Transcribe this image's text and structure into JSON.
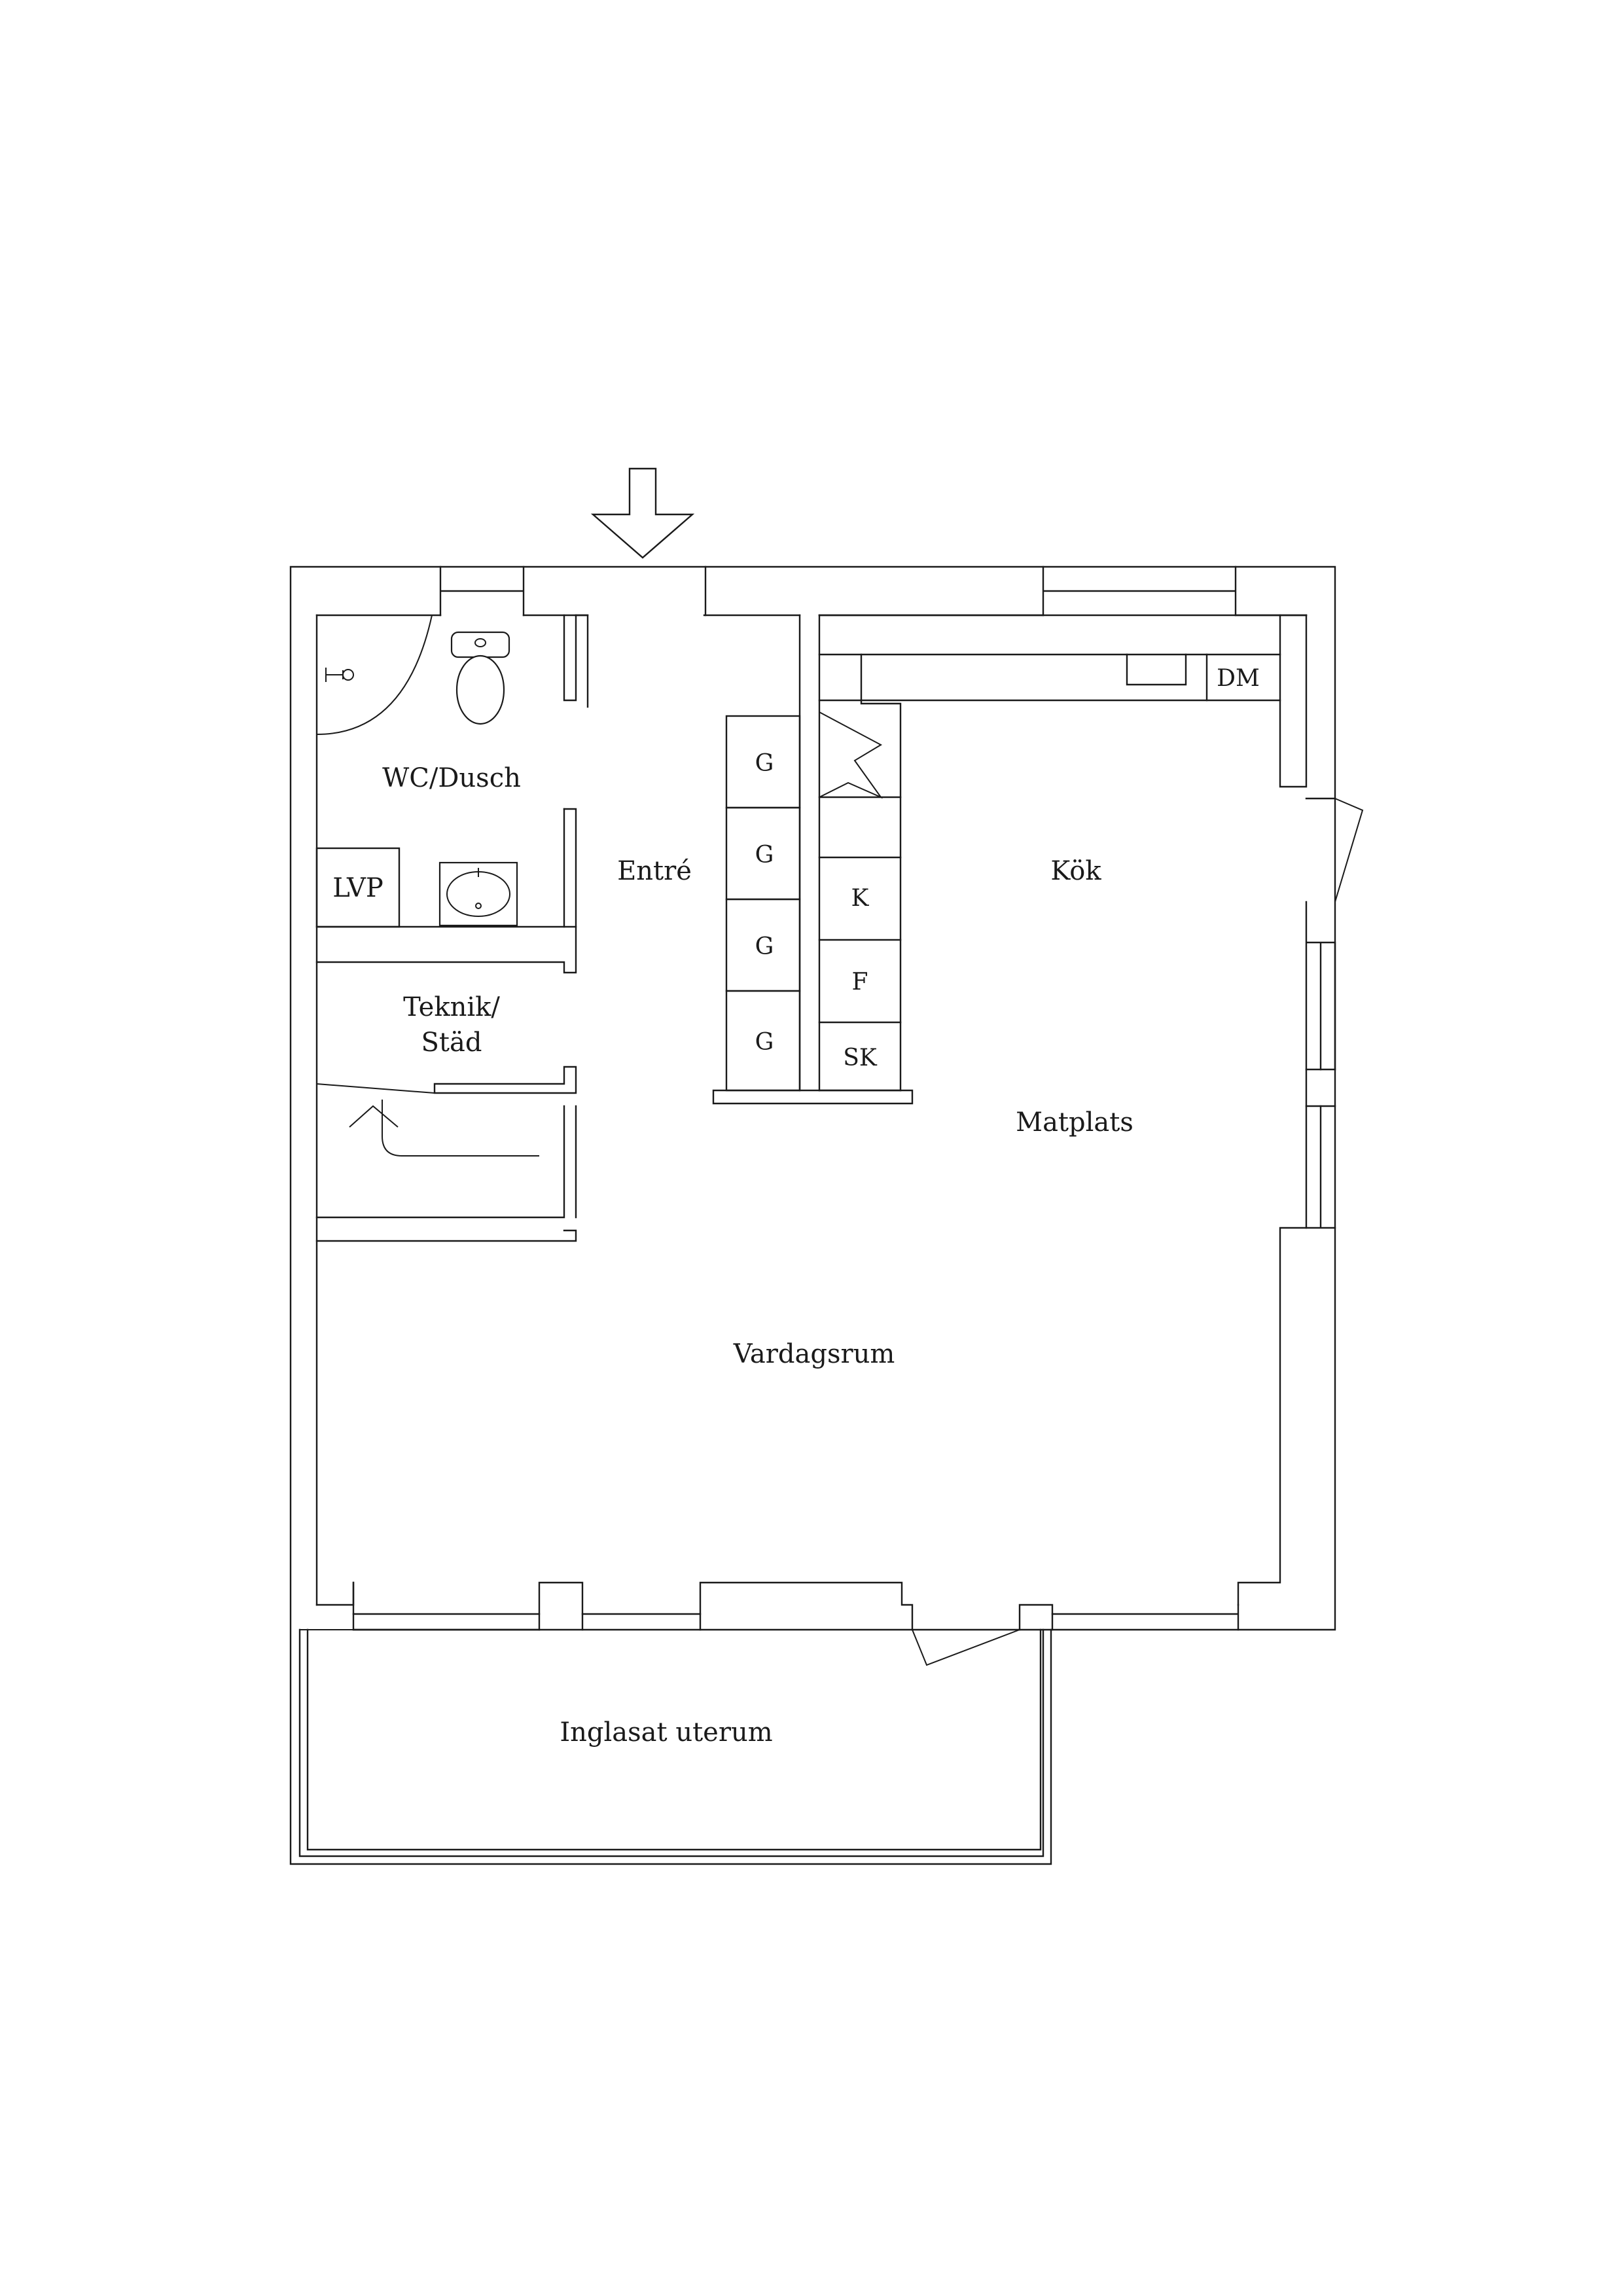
{
  "rooms": {
    "wc": "WC/Dusch",
    "lvp": "LVP",
    "entre": "Entré",
    "teknik_line1": "Teknik/",
    "teknik_line2": "Städ",
    "kok": "Kök",
    "dm": "DM",
    "k": "K",
    "f": "F",
    "sk": "SK",
    "garderob": [
      "G",
      "G",
      "G",
      "G"
    ],
    "matplats": "Matplats",
    "vardagsrum": "Vardagsrum",
    "uterum": "Inglasat uterum"
  }
}
